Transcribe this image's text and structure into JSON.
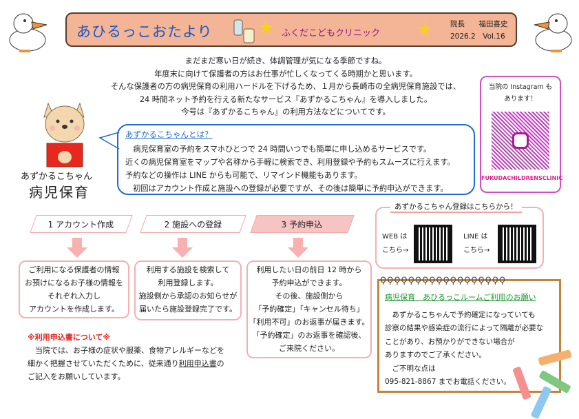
{
  "header": {
    "title": "あひるっこおたより",
    "clinic": "ふくだこどもクリニック",
    "director_label": "院長",
    "director_name": "福田喜史",
    "issue_date": "2026.2",
    "volume": "Vol.16"
  },
  "intro": [
    "まだまだ寒い日が続き、体調管理が気になる季節ですね。",
    "年度末に向けて保護者の方はお仕事が忙しくなってくる時期かと思います。",
    "そんな保護者の方の病児保育の利用ハードルを下げるため、１月から長崎市の全病児保育施設では、",
    "24 時間ネット予約を行える新たなサービス『あずかるこちゃん』を導入しました。",
    "今号は『あずかるこちゃん』の利用方法などについてです。"
  ],
  "mascot": {
    "name": "あずかるこちゃん",
    "label": "病児保育"
  },
  "about": {
    "title": "あずかるこちゃんとは？",
    "lines": [
      "　病児保育室の予約をスマホひとつで 24 時間いつでも簡単に申し込めるサービスです。",
      "近くの病児保育室をマップや名称から手軽に検索でき、利用登録や予約もスムーズに行えます。",
      "予約などの操作は LINE からも可能で、リマインド機能もあります。",
      "　初回はアカウント作成と施設への登録が必要ですが、その後は簡単に予約申込ができます。"
    ]
  },
  "instagram": {
    "line1": "当院の Instagram も",
    "line2": "あります！",
    "account": "FUKUDACHILDRENSCLINIC"
  },
  "steps": [
    {
      "label": "1  アカウント作成",
      "lines": [
        "ご利用になる保護者の情報",
        "お預けになるお子様の情報を",
        "それぞれ入力し",
        "アカウントを作成します。"
      ]
    },
    {
      "label": "2  施設への登録",
      "lines": [
        "利用する施設を検索して",
        "利用登録します。",
        "施設側から承認のお知らせが",
        "届いたら施設登録完了です。"
      ]
    },
    {
      "label": "3  予約申込",
      "lines": [
        "利用したい日の前日 12 時から",
        "予約申込ができます。",
        "その後、施設側から",
        "「予約確定」「キャンセル待ち」",
        "「利用不可」のお返事が届きます。",
        "「予約確定」のお返事を確認後、",
        "ご来院ください。"
      ]
    }
  ],
  "application_note": {
    "title": "※利用申込書について※",
    "line1": "　当院では、お子様の症状や服薬、食物アレルギーなどを",
    "line2_before": "細かく把握させていただくために、従来通り",
    "line2_link": "利用申込書",
    "line2_after": "の",
    "line3": "ご記入をお願いしています。"
  },
  "registration": {
    "title": "あずかるこちゃん登録はこちらから！",
    "web_label": "WEB は",
    "web_arrow": "こちら→",
    "line_label": "LINE は",
    "line_arrow": "こちら→"
  },
  "room_notice": {
    "title": "病児保育　あひるっこルームご利用のお願い",
    "lines": [
      "　あずかるこちゃんで予約確定になっていても",
      "診察の結果や感染症の流行によって隔離が必要な",
      "ことがあり、お預かりができない場合が",
      "ありますのでご了承ください。",
      "　ご不明な点は",
      "095-821-8867 までお電話ください。"
    ]
  },
  "colors": {
    "header_bg": "#f3b596",
    "title": "#1b55c4",
    "clinic": "#8e1b86",
    "accent_pink": "#f4b0b0",
    "bubble": "#1f6bd0",
    "notice_green": "#1a9a30"
  }
}
